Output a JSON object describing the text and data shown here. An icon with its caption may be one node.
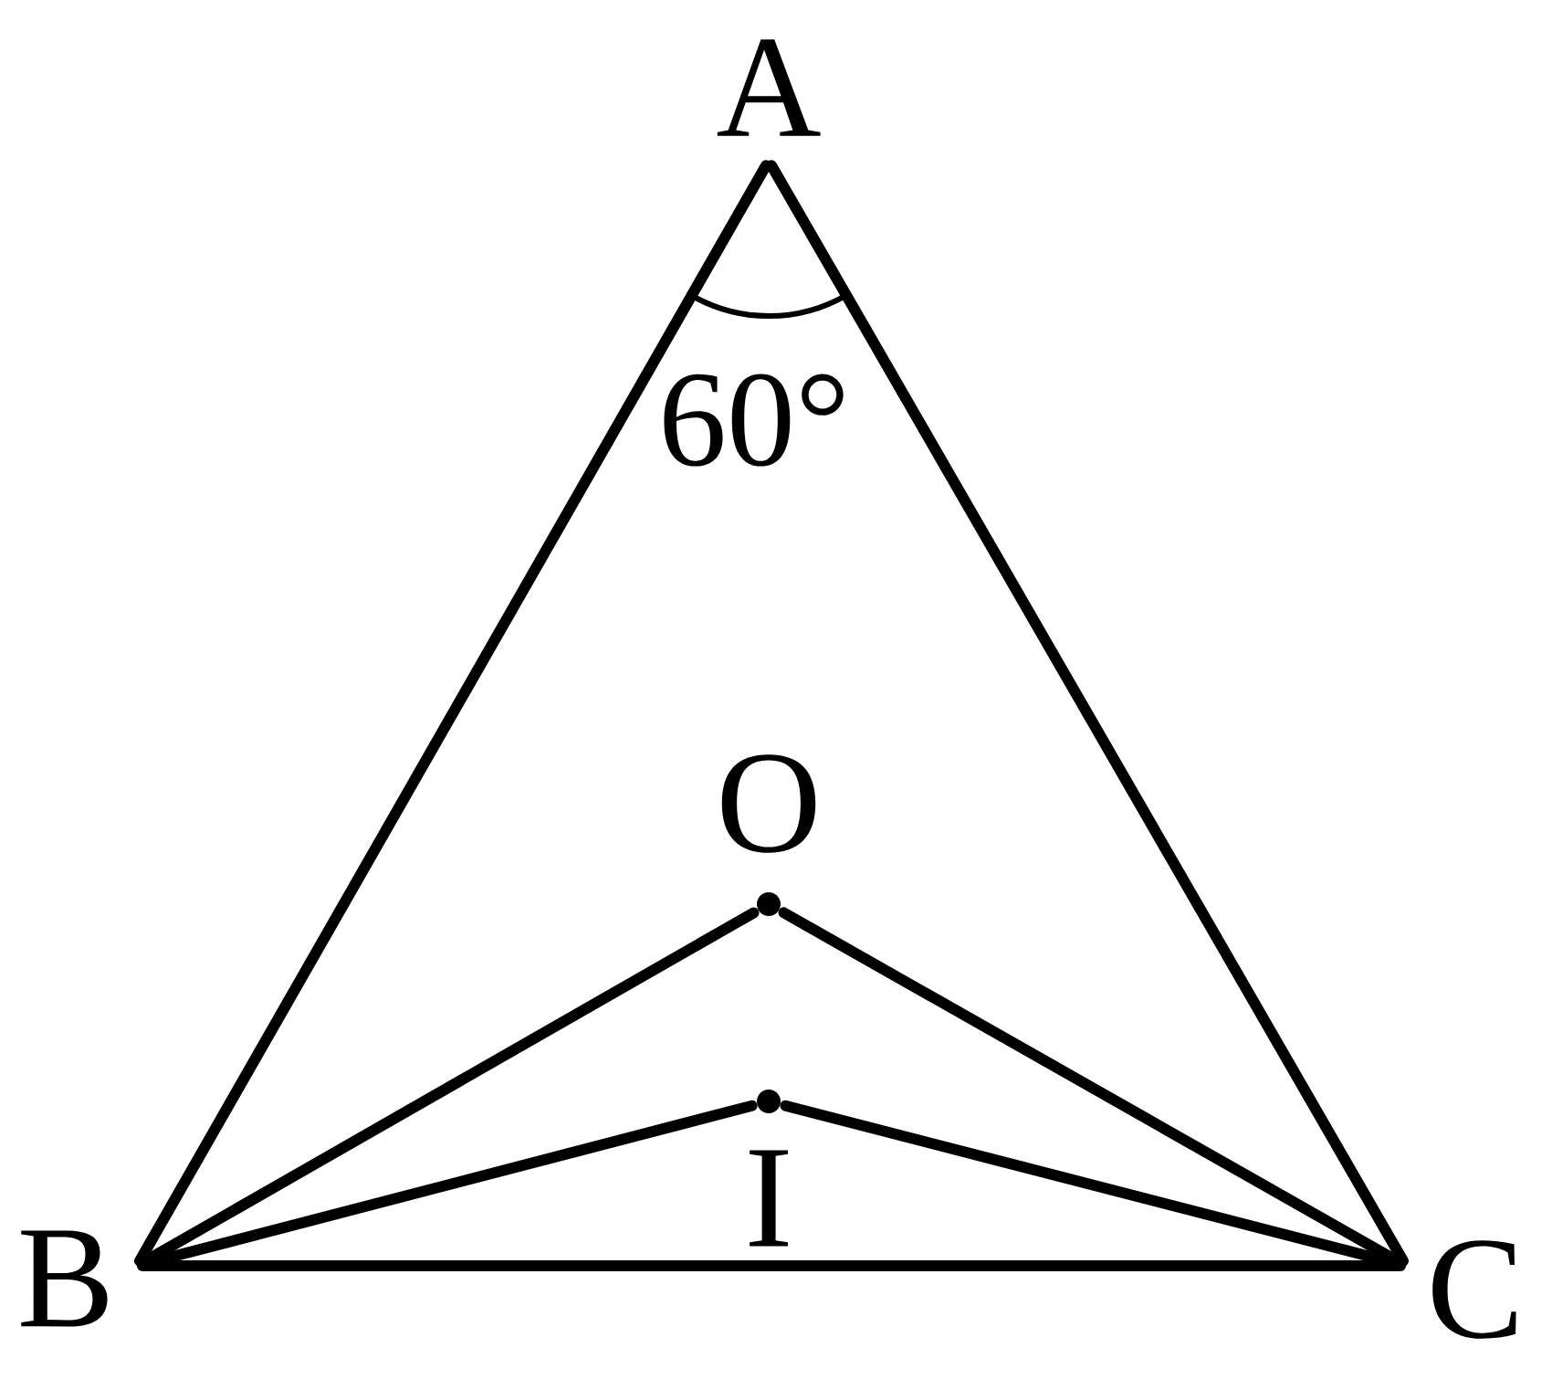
{
  "diagram": {
    "nodes": [
      {
        "text": [
          "A"
        ]
      },
      {
        "text": [
          "B"
        ]
      },
      {
        "text": [
          "C"
        ]
      },
      {
        "text": [
          "O"
        ]
      },
      {
        "text": [
          "I"
        ]
      }
    ],
    "edges": [
      {
        "from": 0,
        "to": 1,
        "arrow": "none"
      },
      {
        "from": 0,
        "to": 2,
        "arrow": "none"
      },
      {
        "from": 1,
        "to": 2,
        "arrow": "none"
      },
      {
        "from": 1,
        "to": 3,
        "arrow": "none"
      },
      {
        "from": 3,
        "to": 2,
        "arrow": "none"
      },
      {
        "from": 1,
        "to": 4,
        "arrow": "none"
      },
      {
        "from": 4,
        "to": 2,
        "arrow": "none"
      }
    ],
    "labels": [
      "60°"
    ]
  }
}
